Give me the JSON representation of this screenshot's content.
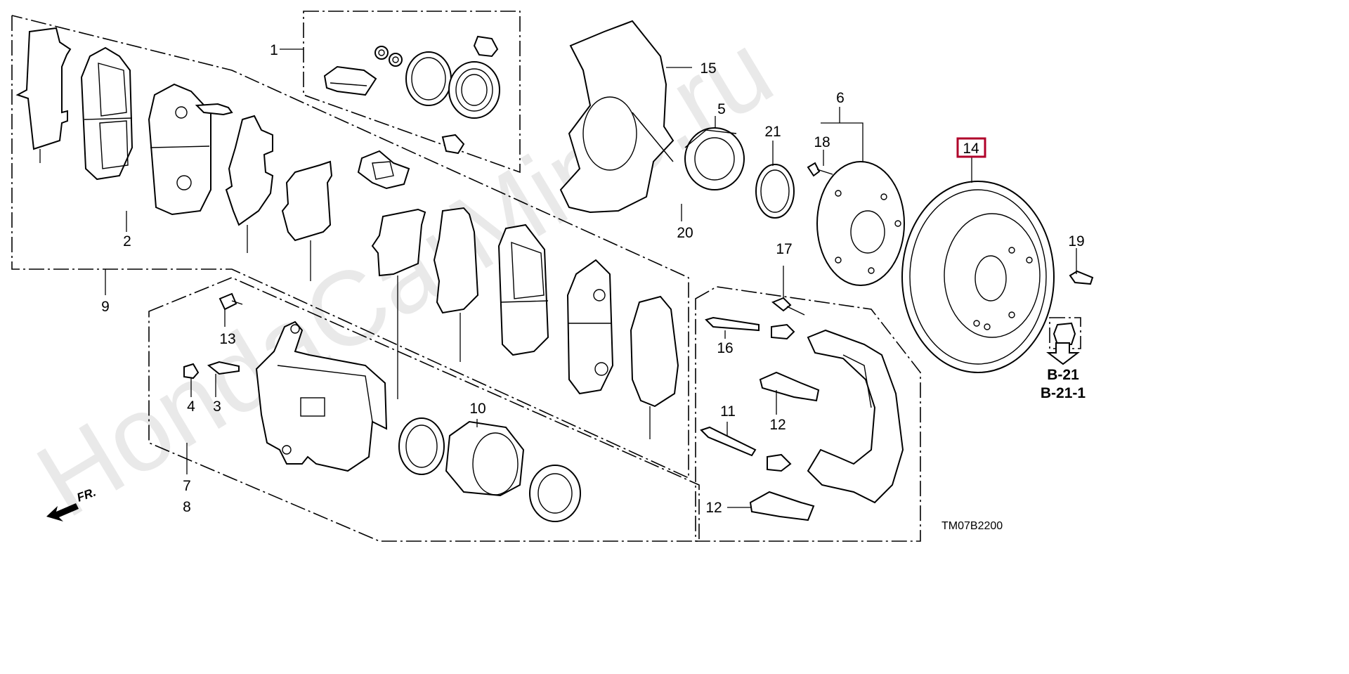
{
  "watermark": "HondaCarMine.ru",
  "diagram_code": "TM07B2200",
  "direction_label": "FR.",
  "callouts": {
    "c1": "1",
    "c2": "2",
    "c3": "3",
    "c4": "4",
    "c5": "5",
    "c6": "6",
    "c7": "7",
    "c8": "8",
    "c9": "9",
    "c10": "10",
    "c11": "11",
    "c12a": "12",
    "c12b": "12",
    "c13": "13",
    "c14": "14",
    "c15": "15",
    "c16": "16",
    "c17": "17",
    "c18": "18",
    "c19": "19",
    "c20": "20",
    "c21": "21"
  },
  "references": {
    "ref1": "B-21",
    "ref2": "B-21-1"
  },
  "highlighted_part": "14",
  "colors": {
    "highlight": "#b0002a",
    "line": "#000000",
    "watermark": "#cfcfcf"
  }
}
